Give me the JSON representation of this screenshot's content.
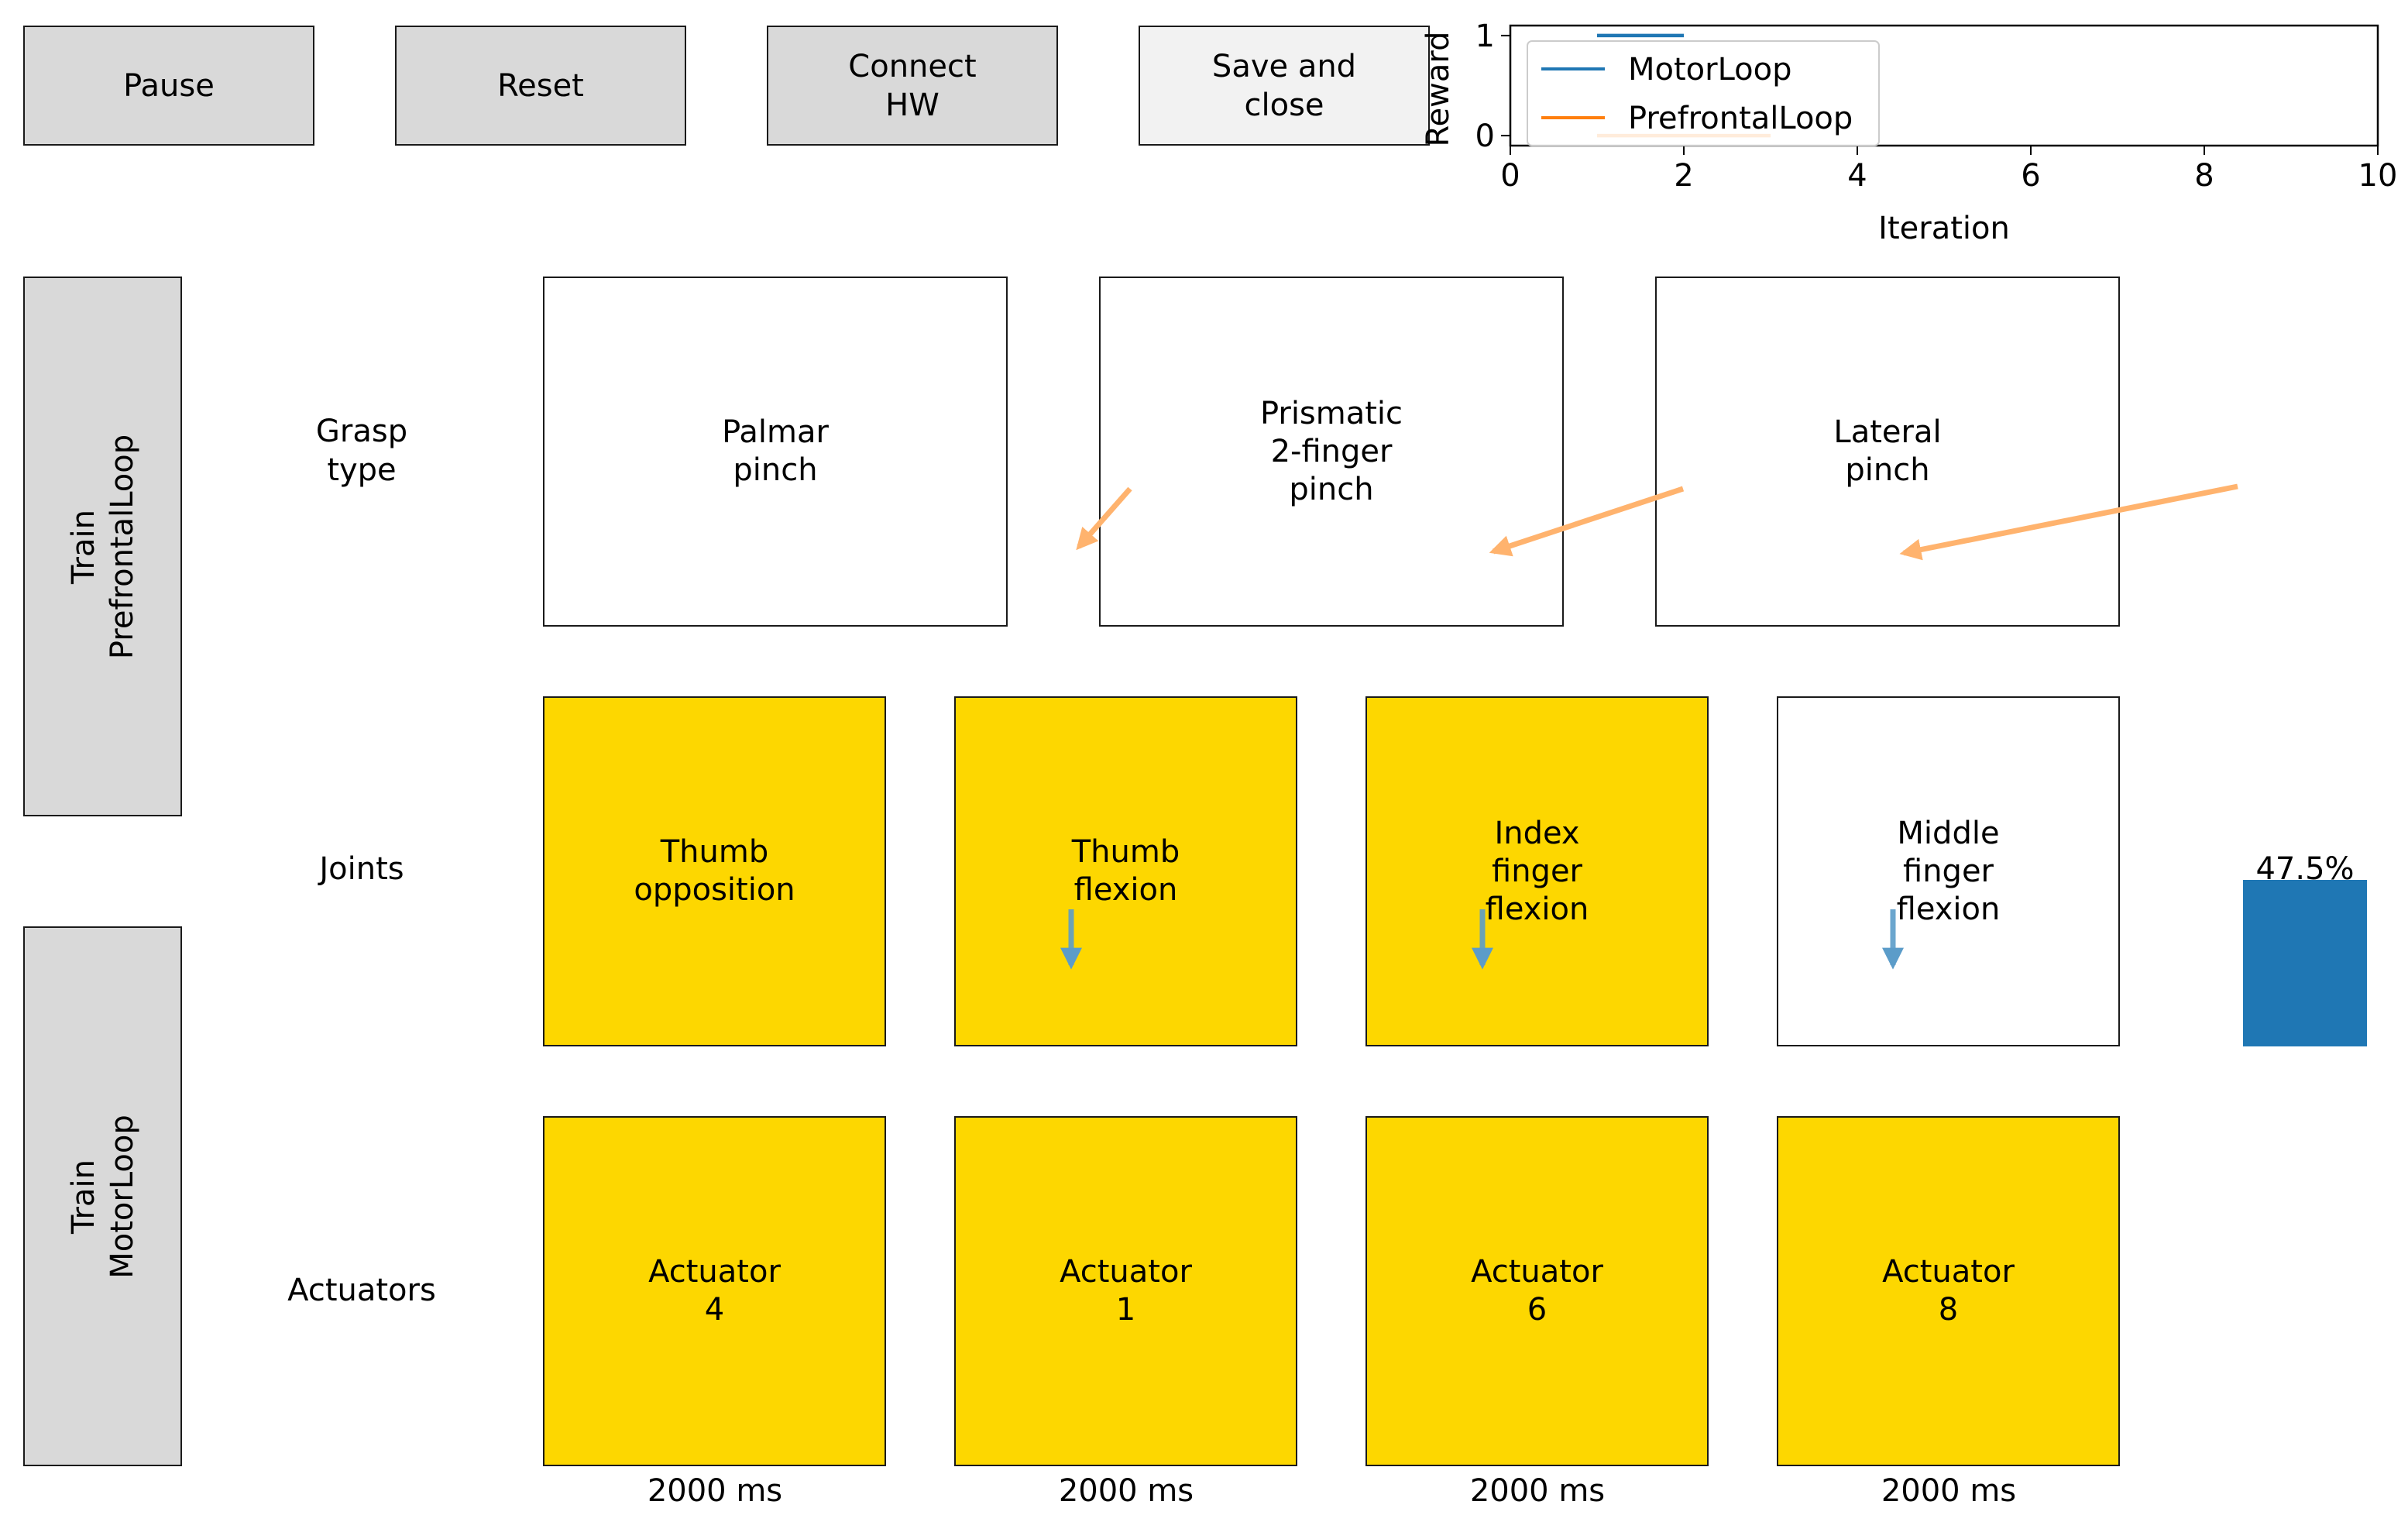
{
  "colors": {
    "active": "#fdd700",
    "inactive": "#ffffff",
    "button": "#d9d9d9",
    "button_light": "#f2f2f2",
    "motor": "#1f77b4",
    "prefrontal": "#ff7f0e"
  },
  "toolbar": {
    "pause_label": "Pause",
    "reset_label": "Reset",
    "connect_label": "Connect\nHW",
    "save_label": "Save and\nclose"
  },
  "side_buttons": {
    "train_prefrontal_label": "Train\nPrefrontalLoop",
    "train_motor_label": "Train\nMotorLoop"
  },
  "rows": {
    "grasp_label": "Grasp\ntype",
    "joints_label": "Joints",
    "actuators_label": "Actuators"
  },
  "grasp_types": [
    {
      "label": "Palmar\npinch",
      "active": false
    },
    {
      "label": "Prismatic\n2-finger\npinch",
      "active": false
    },
    {
      "label": "Lateral\npinch",
      "active": false
    }
  ],
  "joints": [
    {
      "label": "Thumb\nopposition",
      "active": true
    },
    {
      "label": "Thumb\nflexion",
      "active": true
    },
    {
      "label": "Index\nfinger\nflexion",
      "active": true
    },
    {
      "label": "Middle\nfinger\nflexion",
      "active": false
    }
  ],
  "actuators": [
    {
      "label": "Actuator\n4",
      "active": true,
      "duration": "2000 ms"
    },
    {
      "label": "Actuator\n1",
      "active": true,
      "duration": "2000 ms"
    },
    {
      "label": "Actuator\n6",
      "active": true,
      "duration": "2000 ms"
    },
    {
      "label": "Actuator\n8",
      "active": true,
      "duration": "2000 ms"
    }
  ],
  "progress": {
    "value_label": "47.5%",
    "fraction": 0.475
  },
  "chart_data": {
    "type": "line",
    "xlabel": "Iteration",
    "ylabel": "Reward",
    "xlim": [
      0,
      10
    ],
    "ylim": [
      -0.1,
      1.1
    ],
    "xticks": [
      0,
      2,
      4,
      6,
      8,
      10
    ],
    "yticks": [
      0,
      1
    ],
    "legend_position": "upper-left",
    "series": [
      {
        "name": "MotorLoop",
        "x": [
          1,
          2
        ],
        "y": [
          1,
          1
        ],
        "color": "#1f77b4"
      },
      {
        "name": "PrefrontalLoop",
        "x": [
          1,
          3
        ],
        "y": [
          0,
          0
        ],
        "color": "#ff7f0e"
      }
    ]
  }
}
